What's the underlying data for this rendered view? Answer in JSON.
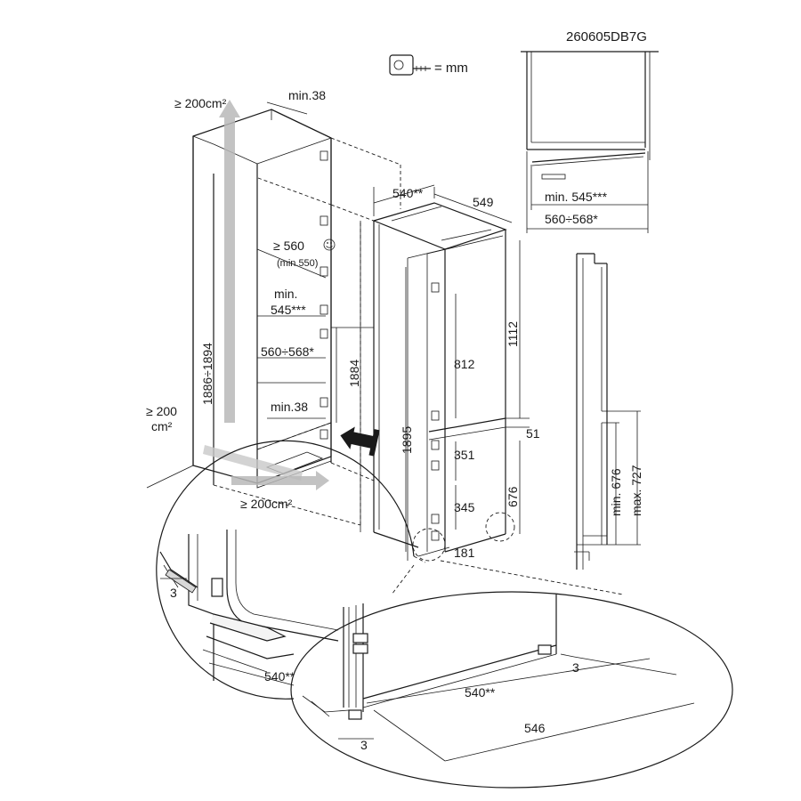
{
  "diagram": {
    "code": "260605DB7G",
    "unit_legend": "= mm",
    "colors": {
      "line": "#1a1a1a",
      "arrow": "#b8b8b8",
      "background": "#ffffff"
    },
    "icons": [
      "tape-measure-icon",
      "smiley-icon",
      "airflow-arrow-icon",
      "push-arrow-icon"
    ],
    "niche": {
      "vent_top": "≥ 200cm²",
      "top_gap": "min.38",
      "height": "1886÷1894",
      "depth_label": "≥ 560",
      "depth_min_note": "(min.550)",
      "width_min_line1": "min.",
      "width_min_line2": "545***",
      "width_range": "560÷568*",
      "bottom_gap": "min.38",
      "vent_left_line1": "≥ 200",
      "vent_left_line2": "cm²",
      "vent_bottom": "≥ 200cm²",
      "door_height": "1884"
    },
    "appliance": {
      "depth_top": "540**",
      "width_top": "549",
      "height": "1895",
      "upper_door": "1112",
      "upper_inner": "812",
      "gap": "51",
      "lower_inner_1": "351",
      "lower_inner_2": "345",
      "lower_door": "676",
      "plinth": "181"
    },
    "top_view": {
      "min_width": "min. 545***",
      "width_range": "560÷568*"
    },
    "side_view": {
      "min_height": "min. 676",
      "max_height": "max. 727"
    },
    "detail_left": {
      "gap": "3",
      "depth": "540**"
    },
    "detail_bottom": {
      "gap_right": "3",
      "depth": "540**",
      "total_depth": "546",
      "gap_left": "3"
    }
  }
}
